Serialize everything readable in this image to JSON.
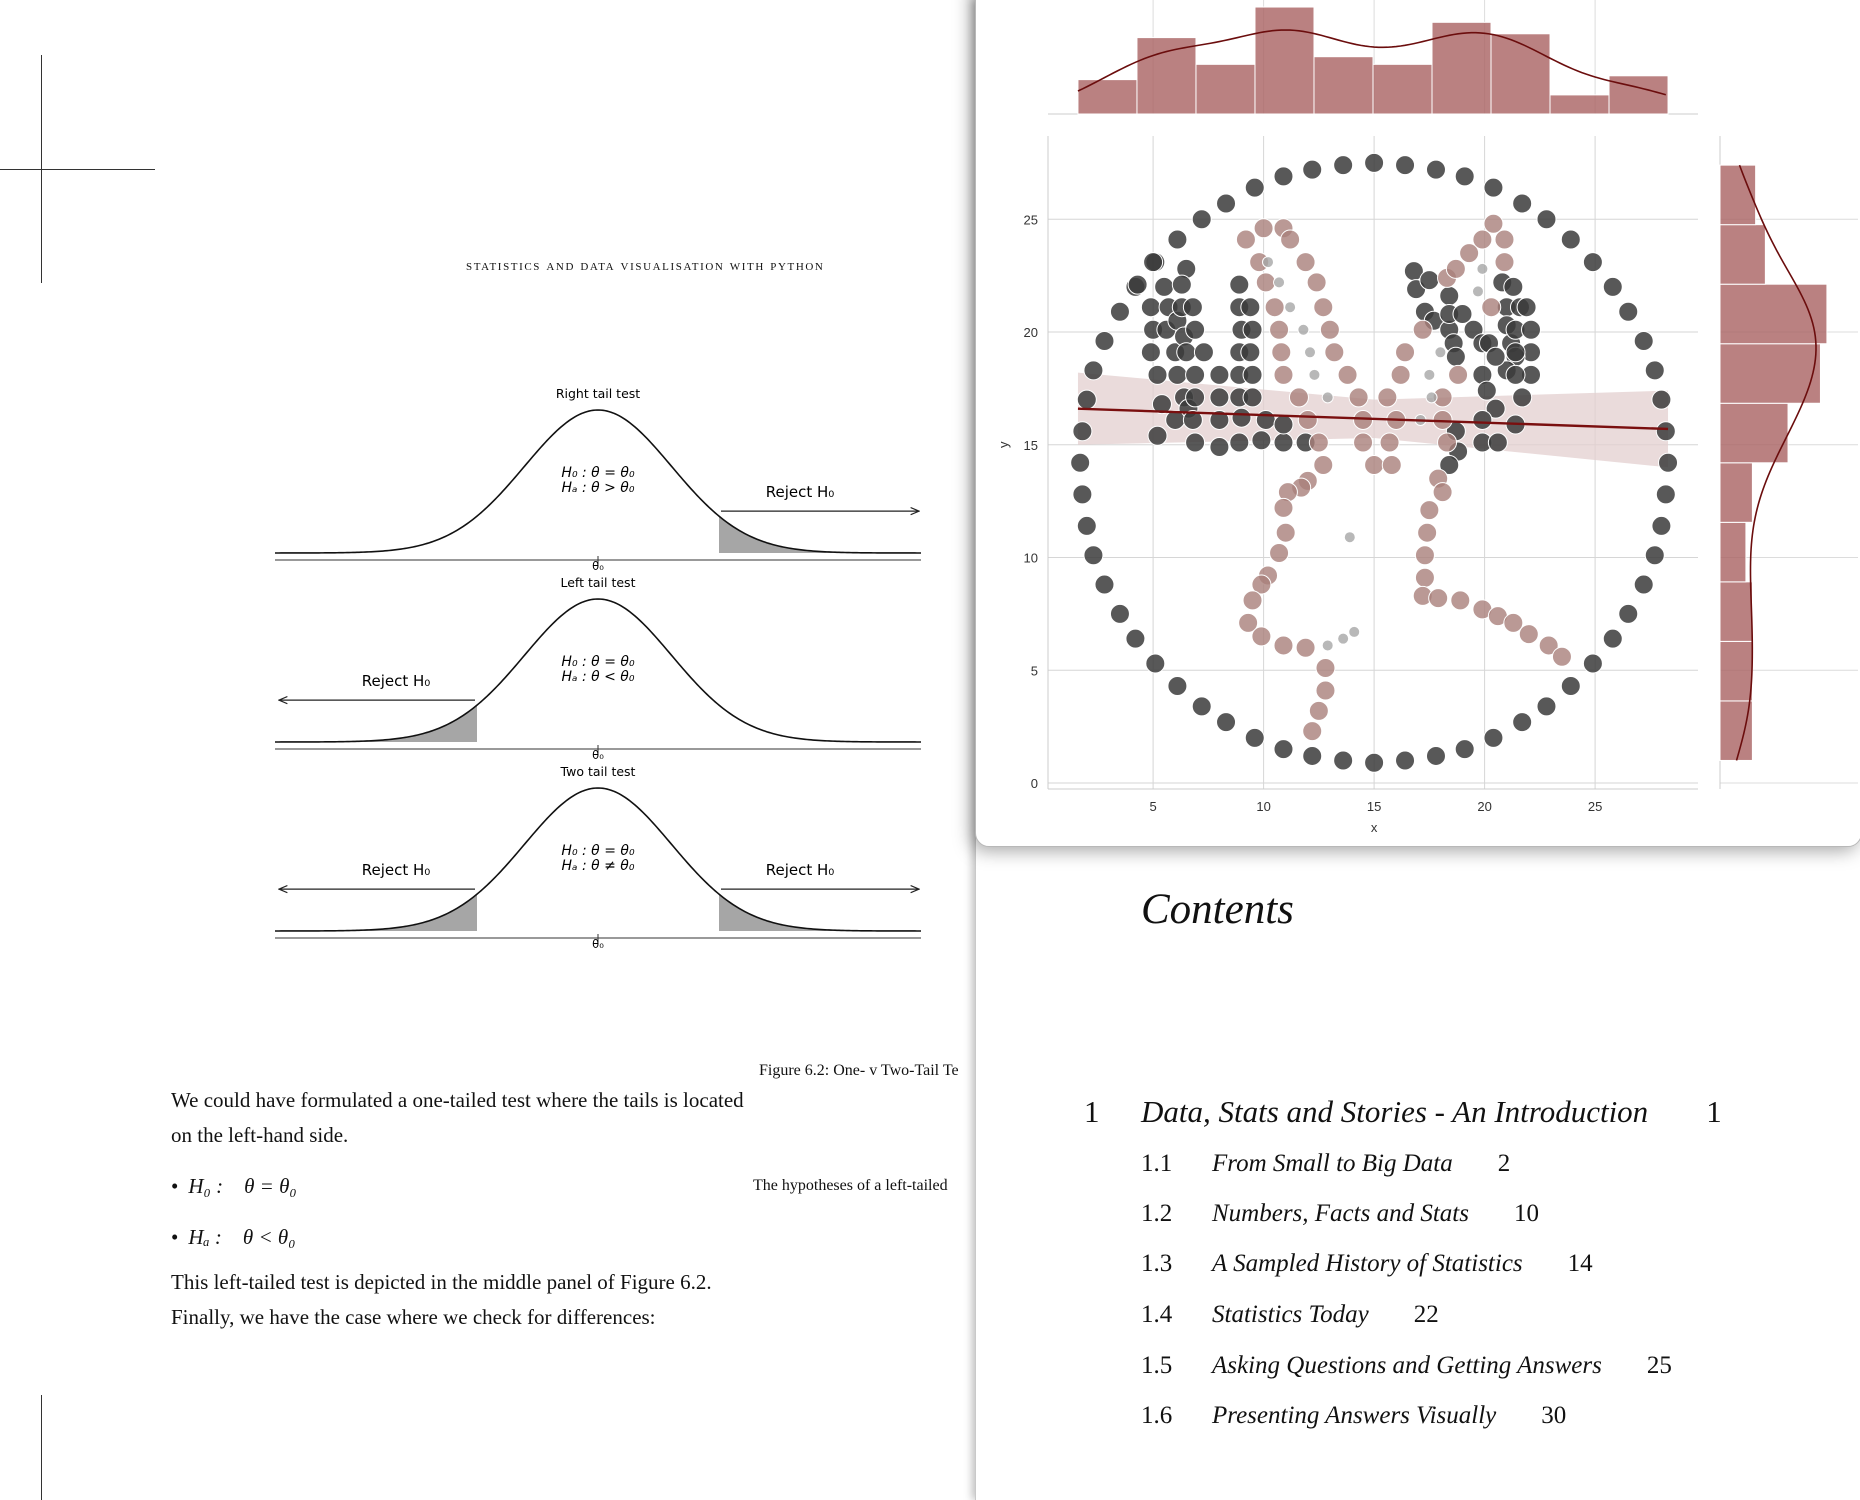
{
  "left_page": {
    "running_head": "Statistics and Data Visualisation with Python",
    "figure": {
      "panels": [
        {
          "title": "Right tail test",
          "h0": "H₀ :  θ = θ₀",
          "ha": "Hₐ :  θ > θ₀",
          "reject_label": "Reject H₀",
          "tails": [
            "right"
          ],
          "tick_label": "θ₀"
        },
        {
          "title": "Left tail test",
          "h0": "H₀ :  θ = θ₀",
          "ha": "Hₐ :  θ < θ₀",
          "reject_label": "Reject H₀",
          "tails": [
            "left"
          ],
          "tick_label": "θ₀"
        },
        {
          "title": "Two tail test",
          "h0": "H₀ :  θ = θ₀",
          "ha": "Hₐ :  θ ≠ θ₀",
          "reject_label": "Reject H₀",
          "tails": [
            "left",
            "right"
          ],
          "tick_label": "θ₀"
        }
      ],
      "caption": "Figure 6.2: One- v Two-Tail Te"
    },
    "paragraph_1": "We could have formulated a one-tailed test where the tails is located on the left-hand side.",
    "bullets": [
      {
        "label": "H₀ :",
        "expr": "θ = θ₀"
      },
      {
        "label": "Hₐ :",
        "expr": "θ < θ₀"
      }
    ],
    "sidenote": "The hypotheses of a left-tailed",
    "paragraph_2": "This left-tailed test is depicted in the middle panel of Figure 6.2. Finally, we have the case where we check for differences:"
  },
  "chart_data": {
    "type": "scatter",
    "xlabel": "x",
    "ylabel": "y",
    "xlim": [
      0.3,
      29.2
    ],
    "ylim": [
      -0.2,
      28.8
    ],
    "xticks": [
      5,
      10,
      15,
      20,
      25
    ],
    "yticks": [
      0,
      5,
      10,
      15,
      20,
      25
    ],
    "grid": true,
    "colors": {
      "dark": "#3b3b3b",
      "brown": "#a9807a",
      "gray": "#a6a6a6",
      "hist": "#a96262",
      "kde": "#6b0d0d",
      "regline": "#7a0f0f",
      "ci": "#e3cfcf"
    },
    "series": [
      {
        "group": "dark",
        "points": [
          [
            28.3,
            14.2
          ],
          [
            28.2,
            15.6
          ],
          [
            28.0,
            17.0
          ],
          [
            27.7,
            18.3
          ],
          [
            27.2,
            19.6
          ],
          [
            26.5,
            20.9
          ],
          [
            25.8,
            22.0
          ],
          [
            24.9,
            23.1
          ],
          [
            23.9,
            24.1
          ],
          [
            22.8,
            25.0
          ],
          [
            21.7,
            25.7
          ],
          [
            20.4,
            26.4
          ],
          [
            19.1,
            26.9
          ],
          [
            17.8,
            27.2
          ],
          [
            16.4,
            27.4
          ],
          [
            15.0,
            27.5
          ],
          [
            13.6,
            27.4
          ],
          [
            12.2,
            27.2
          ],
          [
            10.9,
            26.9
          ],
          [
            9.6,
            26.4
          ],
          [
            8.3,
            25.7
          ],
          [
            7.2,
            25.0
          ],
          [
            6.1,
            24.1
          ],
          [
            5.1,
            23.1
          ],
          [
            4.2,
            22.0
          ],
          [
            3.5,
            20.9
          ],
          [
            2.8,
            19.6
          ],
          [
            2.3,
            18.3
          ],
          [
            2.0,
            17.0
          ],
          [
            1.8,
            15.6
          ],
          [
            1.7,
            14.2
          ],
          [
            1.8,
            12.8
          ],
          [
            2.0,
            11.4
          ],
          [
            2.3,
            10.1
          ],
          [
            2.8,
            8.8
          ],
          [
            3.5,
            7.5
          ],
          [
            4.2,
            6.4
          ],
          [
            5.1,
            5.3
          ],
          [
            6.1,
            4.3
          ],
          [
            7.2,
            3.4
          ],
          [
            8.3,
            2.7
          ],
          [
            9.6,
            2.0
          ],
          [
            10.9,
            1.5
          ],
          [
            12.2,
            1.2
          ],
          [
            13.6,
            1.0
          ],
          [
            15.0,
            0.9
          ],
          [
            16.4,
            1.0
          ],
          [
            17.8,
            1.2
          ],
          [
            19.1,
            1.5
          ],
          [
            20.4,
            2.0
          ],
          [
            21.7,
            2.7
          ],
          [
            22.8,
            3.4
          ],
          [
            23.9,
            4.3
          ],
          [
            24.9,
            5.3
          ],
          [
            25.8,
            6.4
          ],
          [
            26.5,
            7.5
          ],
          [
            27.2,
            8.8
          ],
          [
            27.7,
            10.1
          ],
          [
            28.0,
            11.4
          ],
          [
            28.2,
            12.8
          ],
          [
            4.9,
            21.1
          ],
          [
            5.0,
            20.1
          ],
          [
            4.9,
            19.1
          ],
          [
            5.2,
            18.1
          ],
          [
            5.4,
            16.8
          ],
          [
            5.2,
            15.4
          ],
          [
            5.0,
            23.1
          ],
          [
            5.5,
            22.0
          ],
          [
            4.3,
            22.1
          ],
          [
            5.7,
            21.1
          ],
          [
            5.6,
            20.1
          ],
          [
            6.1,
            20.5
          ],
          [
            6.3,
            21.1
          ],
          [
            6.5,
            22.8
          ],
          [
            6.3,
            22.1
          ],
          [
            6.0,
            19.1
          ],
          [
            6.1,
            18.1
          ],
          [
            6.4,
            19.8
          ],
          [
            6.5,
            19.1
          ],
          [
            6.4,
            17.1
          ],
          [
            6.6,
            16.6
          ],
          [
            6.0,
            16.1
          ],
          [
            6.8,
            21.1
          ],
          [
            6.9,
            20.1
          ],
          [
            6.9,
            18.1
          ],
          [
            6.9,
            17.1
          ],
          [
            6.8,
            16.1
          ],
          [
            6.9,
            15.1
          ],
          [
            7.3,
            19.1
          ],
          [
            8.0,
            18.1
          ],
          [
            8.0,
            17.1
          ],
          [
            8.0,
            16.1
          ],
          [
            8.0,
            14.9
          ],
          [
            8.9,
            22.1
          ],
          [
            8.9,
            21.1
          ],
          [
            9.0,
            20.1
          ],
          [
            8.9,
            19.1
          ],
          [
            8.9,
            18.1
          ],
          [
            8.9,
            17.1
          ],
          [
            9.0,
            16.2
          ],
          [
            8.9,
            15.1
          ],
          [
            9.4,
            21.1
          ],
          [
            9.5,
            20.1
          ],
          [
            9.4,
            19.1
          ],
          [
            9.5,
            18.1
          ],
          [
            9.5,
            17.1
          ],
          [
            10.1,
            16.1
          ],
          [
            9.9,
            15.2
          ],
          [
            10.9,
            15.1
          ],
          [
            10.9,
            15.9
          ],
          [
            11.9,
            15.1
          ],
          [
            16.8,
            22.7
          ],
          [
            16.9,
            21.9
          ],
          [
            17.5,
            22.3
          ],
          [
            17.3,
            20.9
          ],
          [
            17.7,
            20.5
          ],
          [
            18.4,
            21.6
          ],
          [
            18.4,
            20.1
          ],
          [
            18.6,
            19.5
          ],
          [
            18.7,
            18.9
          ],
          [
            18.4,
            20.8
          ],
          [
            19.5,
            20.1
          ],
          [
            19.0,
            20.8
          ],
          [
            19.9,
            19.5
          ],
          [
            20.2,
            19.5
          ],
          [
            19.9,
            18.1
          ],
          [
            20.1,
            17.4
          ],
          [
            20.5,
            16.6
          ],
          [
            19.9,
            16.1
          ],
          [
            19.9,
            15.1
          ],
          [
            20.6,
            15.1
          ],
          [
            18.7,
            15.6
          ],
          [
            18.8,
            14.7
          ],
          [
            18.4,
            14.1
          ],
          [
            20.8,
            22.2
          ],
          [
            21.3,
            22.0
          ],
          [
            21.0,
            21.1
          ],
          [
            21.0,
            20.3
          ],
          [
            21.2,
            19.5
          ],
          [
            21.4,
            20.1
          ],
          [
            21.6,
            21.1
          ],
          [
            21.9,
            21.1
          ],
          [
            22.1,
            20.1
          ],
          [
            22.1,
            19.1
          ],
          [
            22.1,
            18.1
          ],
          [
            21.4,
            18.9
          ],
          [
            21.0,
            18.3
          ],
          [
            21.4,
            18.1
          ],
          [
            21.7,
            17.1
          ],
          [
            21.4,
            15.9
          ],
          [
            21.4,
            19.1
          ],
          [
            20.5,
            18.9
          ]
        ]
      },
      {
        "group": "brown",
        "points": [
          [
            9.2,
            24.1
          ],
          [
            10.0,
            24.6
          ],
          [
            10.9,
            24.6
          ],
          [
            11.2,
            24.1
          ],
          [
            9.8,
            23.1
          ],
          [
            10.1,
            22.2
          ],
          [
            11.9,
            23.1
          ],
          [
            12.4,
            22.2
          ],
          [
            10.5,
            21.1
          ],
          [
            12.7,
            21.1
          ],
          [
            10.7,
            20.1
          ],
          [
            13.0,
            20.1
          ],
          [
            10.8,
            19.1
          ],
          [
            13.2,
            19.1
          ],
          [
            10.9,
            18.1
          ],
          [
            13.8,
            18.1
          ],
          [
            11.6,
            17.1
          ],
          [
            14.3,
            17.1
          ],
          [
            12.0,
            16.1
          ],
          [
            14.5,
            16.1
          ],
          [
            12.5,
            15.1
          ],
          [
            14.5,
            15.1
          ],
          [
            12.7,
            14.1
          ],
          [
            12.0,
            13.4
          ],
          [
            11.7,
            13.1
          ],
          [
            11.1,
            12.9
          ],
          [
            10.9,
            12.2
          ],
          [
            11.0,
            11.1
          ],
          [
            10.7,
            10.2
          ],
          [
            10.2,
            9.2
          ],
          [
            9.9,
            8.8
          ],
          [
            9.5,
            8.1
          ],
          [
            9.3,
            7.1
          ],
          [
            9.9,
            6.5
          ],
          [
            10.9,
            6.1
          ],
          [
            11.9,
            6.0
          ],
          [
            12.8,
            5.1
          ],
          [
            12.8,
            4.1
          ],
          [
            12.5,
            3.2
          ],
          [
            12.2,
            2.3
          ],
          [
            15.0,
            14.1
          ],
          [
            15.8,
            14.1
          ],
          [
            15.7,
            15.1
          ],
          [
            16.0,
            16.1
          ],
          [
            15.6,
            17.1
          ],
          [
            16.2,
            18.1
          ],
          [
            16.4,
            19.1
          ],
          [
            17.2,
            20.1
          ],
          [
            18.3,
            22.4
          ],
          [
            18.7,
            22.8
          ],
          [
            19.3,
            23.5
          ],
          [
            19.9,
            24.1
          ],
          [
            20.4,
            24.8
          ],
          [
            20.9,
            24.1
          ],
          [
            20.9,
            23.1
          ],
          [
            20.3,
            21.1
          ],
          [
            18.8,
            18.1
          ],
          [
            18.1,
            17.1
          ],
          [
            18.1,
            16.1
          ],
          [
            18.3,
            15.1
          ],
          [
            17.9,
            13.5
          ],
          [
            18.1,
            12.9
          ],
          [
            17.5,
            12.1
          ],
          [
            17.4,
            11.1
          ],
          [
            17.3,
            10.1
          ],
          [
            17.3,
            9.1
          ],
          [
            17.2,
            8.3
          ],
          [
            17.9,
            8.2
          ],
          [
            18.9,
            8.1
          ],
          [
            19.9,
            7.7
          ],
          [
            20.6,
            7.4
          ],
          [
            21.3,
            7.1
          ],
          [
            22.0,
            6.6
          ],
          [
            22.9,
            6.1
          ],
          [
            23.5,
            5.6
          ]
        ]
      },
      {
        "group": "gray",
        "points": [
          [
            10.2,
            23.1
          ],
          [
            10.7,
            22.2
          ],
          [
            11.2,
            21.1
          ],
          [
            11.8,
            20.1
          ],
          [
            12.1,
            19.1
          ],
          [
            12.3,
            18.1
          ],
          [
            12.9,
            17.1
          ],
          [
            17.5,
            18.1
          ],
          [
            18.0,
            19.1
          ],
          [
            17.6,
            17.1
          ],
          [
            17.1,
            16.1
          ],
          [
            19.7,
            21.8
          ],
          [
            19.9,
            22.8
          ],
          [
            13.9,
            10.9
          ],
          [
            12.9,
            6.1
          ],
          [
            13.6,
            6.4
          ],
          [
            14.1,
            6.7
          ]
        ]
      }
    ],
    "regression": {
      "x": [
        1.6,
        28.3
      ],
      "y": [
        16.6,
        15.7
      ],
      "ci_lower": [
        15.0,
        15.3,
        14.0
      ],
      "ci_upper": [
        18.2,
        17.0,
        17.4
      ],
      "ci_x": [
        1.6,
        15,
        28.3
      ]
    },
    "x_marginal_hist": {
      "bin_edges": [
        1.6,
        4.27,
        6.94,
        9.61,
        12.28,
        14.95,
        17.62,
        20.29,
        22.96,
        25.63,
        28.3
      ],
      "counts": [
        9,
        20,
        13,
        28,
        15,
        13,
        24,
        21,
        5,
        10
      ]
    },
    "y_marginal_hist": {
      "bin_edges": [
        1.0,
        3.64,
        6.28,
        8.92,
        11.56,
        14.2,
        16.84,
        19.48,
        22.12,
        24.76,
        27.4
      ],
      "counts": [
        10,
        10,
        10,
        8,
        10,
        21,
        31,
        33,
        14,
        11
      ]
    }
  },
  "right_page": {
    "title": "Contents",
    "chapters": [
      {
        "number": "1",
        "title": "Data, Stats and Stories - An Introduction",
        "page": "1",
        "sections": [
          {
            "number": "1.1",
            "title": "From Small to Big Data",
            "page": "2"
          },
          {
            "number": "1.2",
            "title": "Numbers, Facts and Stats",
            "page": "10"
          },
          {
            "number": "1.3",
            "title": "A Sampled History of Statistics",
            "page": "14"
          },
          {
            "number": "1.4",
            "title": "Statistics Today",
            "page": "22"
          },
          {
            "number": "1.5",
            "title": "Asking Questions and Getting Answers",
            "page": "25"
          },
          {
            "number": "1.6",
            "title": "Presenting Answers Visually",
            "page": "30"
          }
        ]
      }
    ]
  }
}
